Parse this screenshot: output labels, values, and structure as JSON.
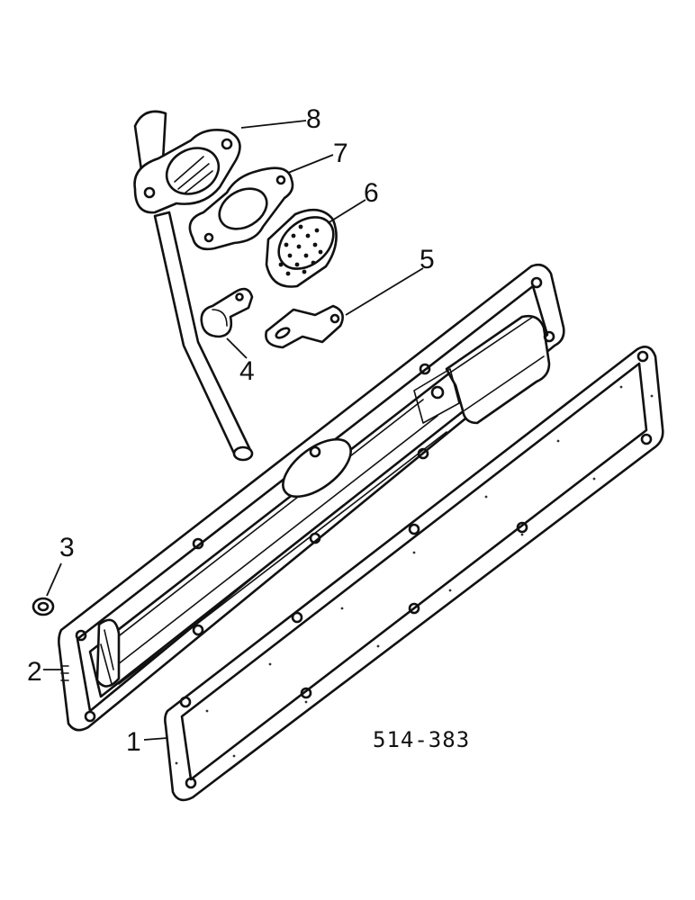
{
  "callouts": [
    {
      "id": "1",
      "label": "1"
    },
    {
      "id": "2",
      "label": "2"
    },
    {
      "id": "3",
      "label": "3"
    },
    {
      "id": "4",
      "label": "4"
    },
    {
      "id": "5",
      "label": "5"
    },
    {
      "id": "6",
      "label": "6"
    },
    {
      "id": "7",
      "label": "7"
    },
    {
      "id": "8",
      "label": "8"
    }
  ],
  "reference_code": "514-383"
}
